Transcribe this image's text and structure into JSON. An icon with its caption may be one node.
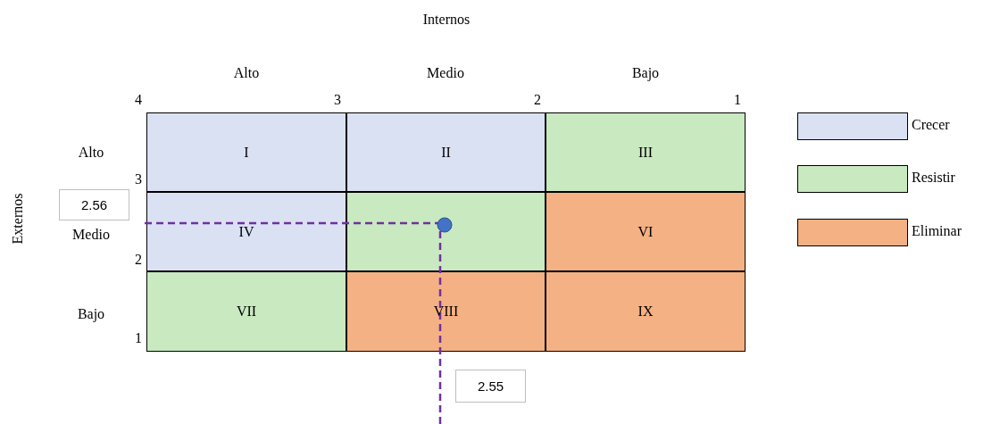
{
  "diagram": {
    "nodes": [
      {
        "text": [
          "I"
        ]
      },
      {
        "text": [
          "II"
        ]
      },
      {
        "text": [
          "III"
        ]
      },
      {
        "text": [
          "2.56"
        ]
      },
      {
        "text": [
          "IV"
        ]
      },
      {
        "text": [],
        "shape": "box"
      },
      {
        "text": [
          "VI"
        ]
      },
      {
        "text": [
          "VII"
        ]
      },
      {
        "text": [
          "VIII"
        ]
      },
      {
        "text": [
          "IX"
        ]
      },
      {
        "text": [
          "2.55"
        ]
      }
    ],
    "labels": [
      "Internos",
      "Alto",
      "Medio",
      "Bajo",
      "4",
      "3",
      "2",
      "1",
      "Alto",
      "3",
      "Externos",
      "Medio",
      "2",
      "Bajo",
      "1"
    ],
    "legend": [
      {
        "text": "Crecer",
        "color": "#dae1f3"
      },
      {
        "text": "Resistir",
        "color": "#c9e9c0"
      },
      {
        "text": "Eliminar",
        "color": "#f4b183"
      }
    ]
  }
}
